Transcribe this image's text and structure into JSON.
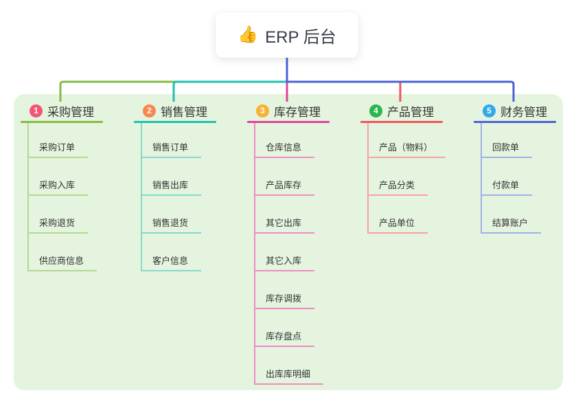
{
  "root": {
    "label": "ERP 后台",
    "emoji": "👍",
    "icon": "thumbs-up-icon"
  },
  "branches": [
    {
      "number": "1",
      "label": "采购管理",
      "badge_color": "#f25672",
      "line_color": "#85bb45",
      "sub_line_color": "#b3d88f",
      "children": [
        "采购订单",
        "采购入库",
        "采购退货",
        "供应商信息"
      ]
    },
    {
      "number": "2",
      "label": "销售管理",
      "badge_color": "#f8874d",
      "line_color": "#1fc0af",
      "sub_line_color": "#84d9cd",
      "children": [
        "销售订单",
        "销售出库",
        "销售退货",
        "客户信息"
      ]
    },
    {
      "number": "3",
      "label": "库存管理",
      "badge_color": "#f8b133",
      "line_color": "#e0419b",
      "sub_line_color": "#f08ac4",
      "children": [
        "仓库信息",
        "产品库存",
        "其它出库",
        "其它入库",
        "库存调拨",
        "库存盘点",
        "出库库明细"
      ]
    },
    {
      "number": "4",
      "label": "产品管理",
      "badge_color": "#2db54d",
      "line_color": "#f3545b",
      "sub_line_color": "#f9a0a3",
      "children": [
        "产品（物料）",
        "产品分类",
        "产品单位"
      ]
    },
    {
      "number": "5",
      "label": "财务管理",
      "badge_color": "#2ea9e9",
      "line_color": "#4a62d4",
      "sub_line_color": "#9fafe9",
      "children": [
        "回款单",
        "付款单",
        "结算账户"
      ]
    }
  ],
  "colors": {
    "canvas_bg": "#ffffff",
    "panel_bg": "#e5f4de",
    "root_connector": "#4a62d4",
    "node_text": "#333333",
    "root_text": "#353b46",
    "badge_text": "#ffffff"
  }
}
